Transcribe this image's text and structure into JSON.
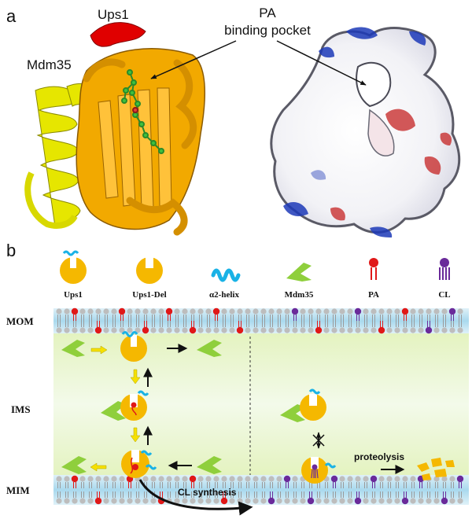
{
  "panel_a": {
    "letter": "a",
    "labels": {
      "ups1": "Ups1",
      "mdm35": "Mdm35",
      "pa_pocket_line1": "PA",
      "pa_pocket_line2": "binding pocket"
    }
  },
  "panel_b": {
    "letter": "b",
    "legend": [
      {
        "id": "ups1",
        "label": "Ups1"
      },
      {
        "id": "ups1-del",
        "label": "Ups1-Del"
      },
      {
        "id": "a2-helix",
        "label": "α2-helix"
      },
      {
        "id": "mdm35",
        "label": "Mdm35"
      },
      {
        "id": "pa",
        "label": "PA"
      },
      {
        "id": "cl",
        "label": "CL"
      }
    ],
    "compartments": {
      "mom": "MOM",
      "ims": "IMS",
      "mim": "MIM"
    },
    "arrows": {
      "cl_synthesis": "CL synthesis",
      "proteolysis": "proteolysis"
    }
  },
  "colors": {
    "ups1_orange": "#f5b800",
    "mdm35_yellow": "#e8e800",
    "loop_red": "#e00000",
    "ligand_green": "#3ec13e",
    "helix_blue": "#19b2e6",
    "mdm35_green": "#8fcf3c",
    "pa_red": "#e01818",
    "cl_purple": "#6a2a9a",
    "membrane_blue": "#bfe3f2",
    "ims_green": "#eaf6c8",
    "surface_blue": "#1530b0",
    "surface_red": "#c63030"
  }
}
